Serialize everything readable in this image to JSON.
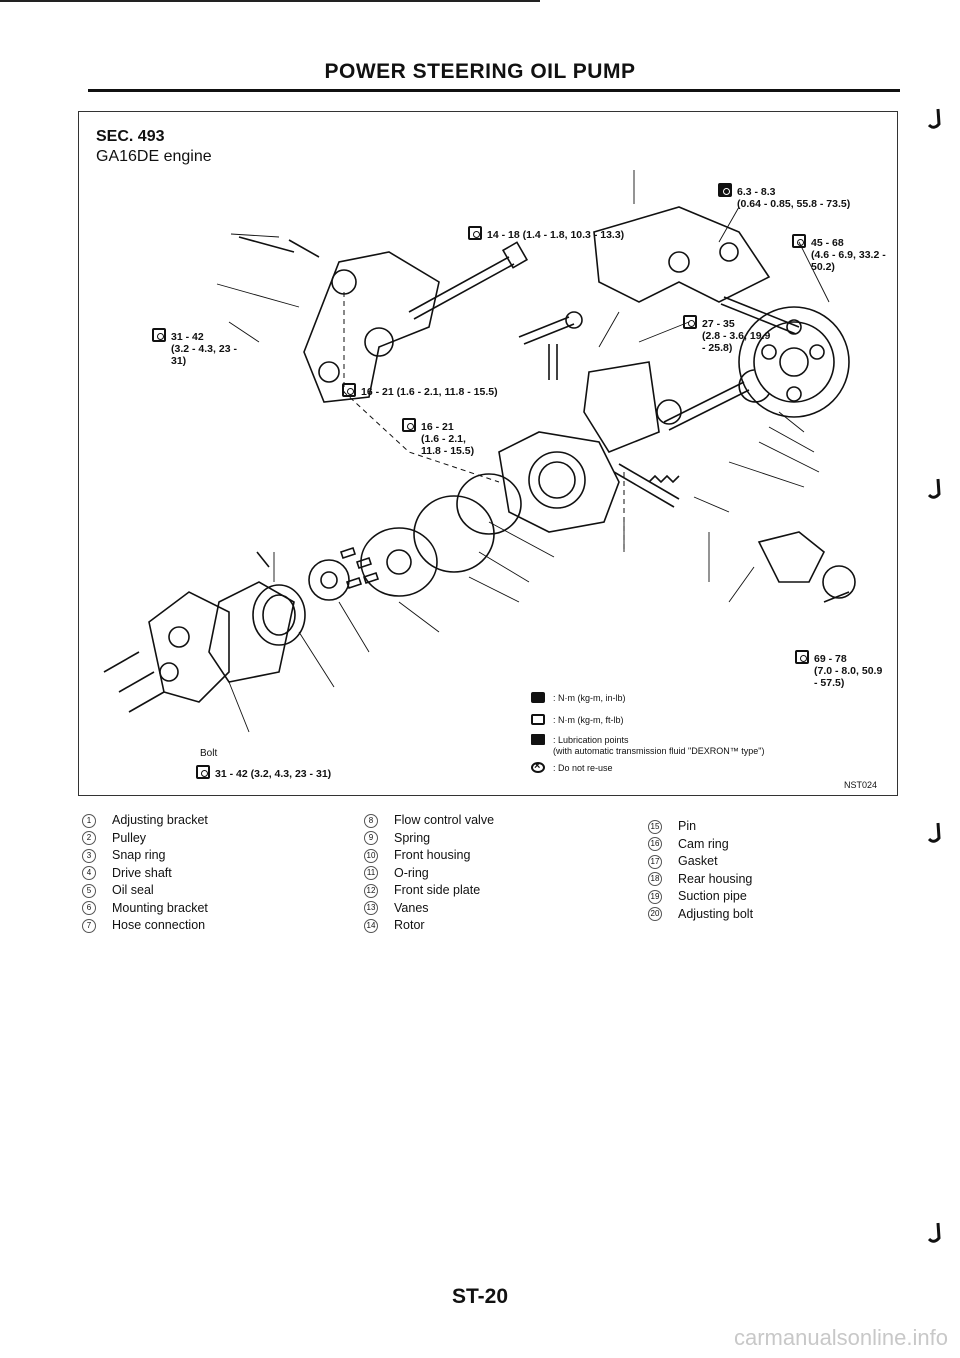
{
  "header": {
    "title": "POWER STEERING OIL PUMP"
  },
  "figure": {
    "section": "SEC. 493",
    "engine": "GA16DE engine",
    "code": "NST024",
    "bolt_label": "Bolt",
    "torque_specs": [
      {
        "id": "t1",
        "value": "6.3 - 8.3",
        "rest": "(0.64 - 0.85, 55.8 - 73.5)"
      },
      {
        "id": "t2",
        "value": "14 - 18 (1.4 - 1.8, 10.3 - 13.3)",
        "rest": ""
      },
      {
        "id": "t3",
        "value": "45 - 68",
        "rest": "(4.6 - 6.9, 33.2 - 50.2)"
      },
      {
        "id": "t4",
        "value": "31 - 42",
        "rest": "(3.2 - 4.3, 23 - 31)"
      },
      {
        "id": "t5",
        "value": "27 - 35",
        "rest": "(2.8 - 3.6, 19.9 - 25.8)"
      },
      {
        "id": "t6",
        "value": "16 - 21 (1.6 - 2.1, 11.8 - 15.5)",
        "rest": ""
      },
      {
        "id": "t7",
        "value": "16 - 21",
        "rest": "(1.6 - 2.1, 11.8 - 15.5)"
      },
      {
        "id": "t8",
        "value": "69 - 78",
        "rest": "(7.0 - 8.0, 50.9 - 57.5)"
      },
      {
        "id": "t9",
        "value": "31 - 42 (3.2, 4.3, 23 - 31)",
        "rest": ""
      }
    ],
    "legend": [
      {
        "icon": "nm-kgm-inlb-icon",
        "text": ": N·m (kg-m, in-lb)"
      },
      {
        "icon": "nm-kgm-ftlb-icon",
        "text": ": N·m (kg-m, ft-lb)"
      },
      {
        "icon": "lubrication-icon",
        "text": ": Lubrication points"
      },
      {
        "icon": "",
        "text": "(with automatic transmission fluid \"DEXRON™ type\")"
      },
      {
        "icon": "do-not-reuse-icon",
        "text": ": Do not re-use"
      }
    ]
  },
  "parts": [
    {
      "num": "1",
      "name": "Adjusting bracket"
    },
    {
      "num": "2",
      "name": "Pulley"
    },
    {
      "num": "3",
      "name": "Snap ring"
    },
    {
      "num": "4",
      "name": "Drive shaft"
    },
    {
      "num": "5",
      "name": "Oil seal"
    },
    {
      "num": "6",
      "name": "Mounting bracket"
    },
    {
      "num": "7",
      "name": "Hose connection"
    },
    {
      "num": "8",
      "name": "Flow control valve"
    },
    {
      "num": "9",
      "name": "Spring"
    },
    {
      "num": "10",
      "name": "Front housing"
    },
    {
      "num": "11",
      "name": "O-ring"
    },
    {
      "num": "12",
      "name": "Front side plate"
    },
    {
      "num": "13",
      "name": "Vanes"
    },
    {
      "num": "14",
      "name": "Rotor"
    },
    {
      "num": "15",
      "name": "Pin"
    },
    {
      "num": "16",
      "name": "Cam ring"
    },
    {
      "num": "17",
      "name": "Gasket"
    },
    {
      "num": "18",
      "name": "Rear housing"
    },
    {
      "num": "19",
      "name": "Suction pipe"
    },
    {
      "num": "20",
      "name": "Adjusting bolt"
    }
  ],
  "footer": {
    "page_number": "ST-20",
    "watermark": "carmanualsonline.info"
  }
}
